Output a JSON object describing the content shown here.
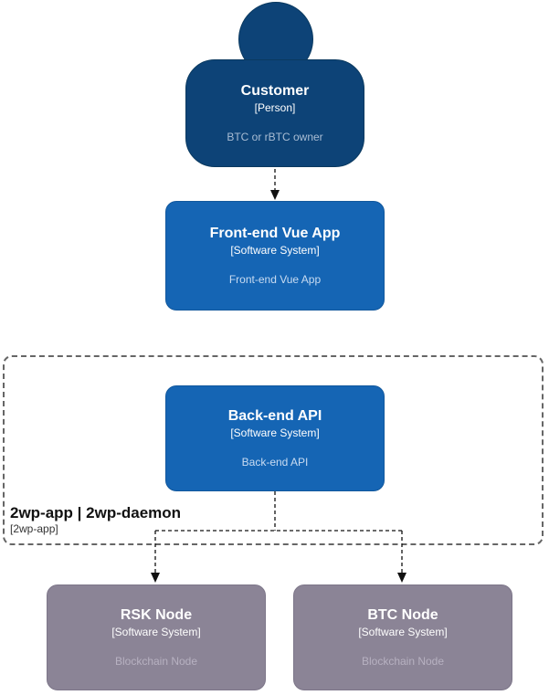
{
  "diagram": {
    "type": "c4-system-context",
    "nodes": {
      "customer": {
        "name": "Customer",
        "meta": "[Person]",
        "description": "BTC or rBTC owner"
      },
      "frontend": {
        "name": "Front-end Vue App",
        "meta": "[Software System]",
        "description": "Front-end Vue App"
      },
      "backend": {
        "name": "Back-end API",
        "meta": "[Software System]",
        "description": "Back-end API"
      },
      "rsk_node": {
        "name": "RSK Node",
        "meta": "[Software System]",
        "description": "Blockchain Node"
      },
      "btc_node": {
        "name": "BTC Node",
        "meta": "[Software System]",
        "description": "Blockchain Node"
      }
    },
    "boundary": {
      "label": "2wp-app | 2wp-daemon",
      "meta": "[2wp-app]"
    },
    "edges": [
      {
        "from": "customer",
        "to": "frontend",
        "style": "dashed-arrow"
      },
      {
        "from": "backend",
        "to": "rsk_node",
        "style": "dashed-arrow"
      },
      {
        "from": "backend",
        "to": "btc_node",
        "style": "dashed-arrow"
      }
    ],
    "colors": {
      "person_fill": "#0d4377",
      "system_fill": "#1565b4",
      "external_fill": "#8b8496",
      "boundary_stroke": "#666666",
      "edge_stroke": "#111111",
      "text": "#ffffff"
    }
  }
}
